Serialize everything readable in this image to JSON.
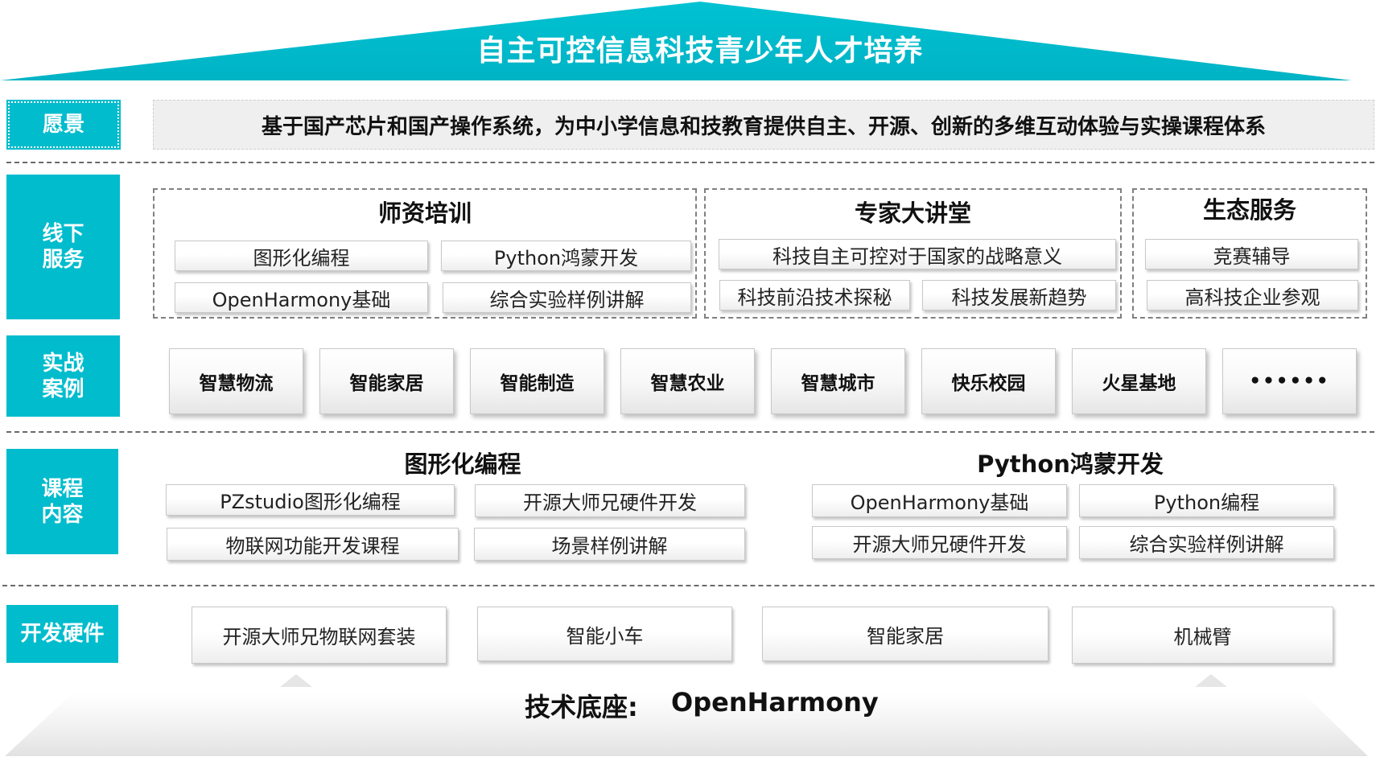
{
  "title": "自主可控信息科技青少年人才培养",
  "colors": {
    "accent": "#00bccd",
    "roof": "#00bccd"
  },
  "vision": {
    "label": "愿景",
    "text": "基于国产芯片和国产操作系统，为中小学信息和技教育提供自主、开源、创新的多维互动体验与实操课程体系"
  },
  "offline": {
    "label": "线下\n服务",
    "groups": [
      {
        "title": "师资培训",
        "items": [
          "图形化编程",
          "Python鸿蒙开发",
          "OpenHarmony基础",
          "综合实验样例讲解"
        ]
      },
      {
        "title": "专家大讲堂",
        "items": [
          "科技自主可控对于国家的战略意义",
          "科技前沿技术探秘",
          "科技发展新趋势"
        ]
      },
      {
        "title": "生态服务",
        "items": [
          "竞赛辅导",
          "高科技企业参观"
        ]
      }
    ]
  },
  "cases": {
    "label": "实战\n案例",
    "items": [
      "智慧物流",
      "智能家居",
      "智能制造",
      "智慧农业",
      "智慧城市",
      "快乐校园",
      "火星基地",
      "••••••"
    ]
  },
  "courses": {
    "label": "课程\n内容",
    "groups": [
      {
        "title": "图形化编程",
        "items": [
          "PZstudio图形化编程",
          "开源大师兄硬件开发",
          "物联网功能开发课程",
          "场景样例讲解"
        ]
      },
      {
        "title": "Python鸿蒙开发",
        "items": [
          "OpenHarmony基础",
          "Python编程",
          "开源大师兄硬件开发",
          "综合实验样例讲解"
        ]
      }
    ]
  },
  "hardware": {
    "label": "开发硬件",
    "items": [
      "开源大师兄物联网套装",
      "智能小车",
      "智能家居",
      "机械臂"
    ]
  },
  "base": {
    "label": "技术底座:",
    "value": "OpenHarmony"
  }
}
